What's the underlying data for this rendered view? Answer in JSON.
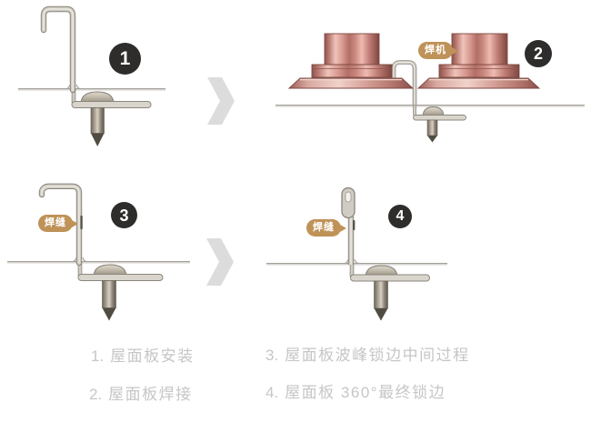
{
  "figure": {
    "type": "process-diagram",
    "steps": [
      {
        "badge": "1"
      },
      {
        "badge": "2",
        "callout": "焊机"
      },
      {
        "badge": "3",
        "callout": "焊缝"
      },
      {
        "badge": "4",
        "callout": "焊缝"
      }
    ],
    "captions": [
      {
        "num": "1.",
        "text": "屋面板安装"
      },
      {
        "num": "2.",
        "text": "屋面板焊接"
      },
      {
        "num": "3.",
        "text": "屋面板波峰锁边中间过程"
      },
      {
        "num": "4.",
        "text": "屋面板 360°最终锁边"
      }
    ],
    "colors": {
      "background": "#ffffff",
      "badge": "#2e2d2c",
      "callout": "#bf9258",
      "caption_text": "#c6c6c6",
      "chevron": "#dcdcdc",
      "metal_light": "#d0ccc3",
      "metal_dark": "#8a857b",
      "copper": "#cf9189"
    }
  }
}
